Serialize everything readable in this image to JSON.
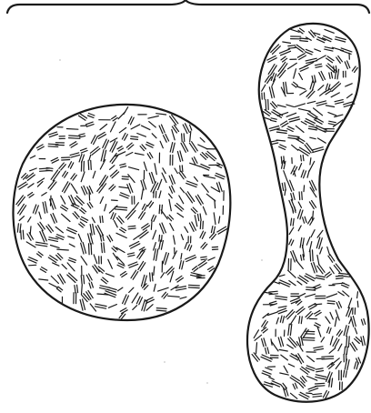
{
  "figure": {
    "colors": {
      "ink": "#1a1a1a",
      "paper": "#ffffff"
    },
    "elements": {
      "top_brace": "curly-brace",
      "left_shape": "round-cell",
      "right_shape": "dumbbell-shaped-cell",
      "texture": "short-dash-hatching"
    }
  }
}
